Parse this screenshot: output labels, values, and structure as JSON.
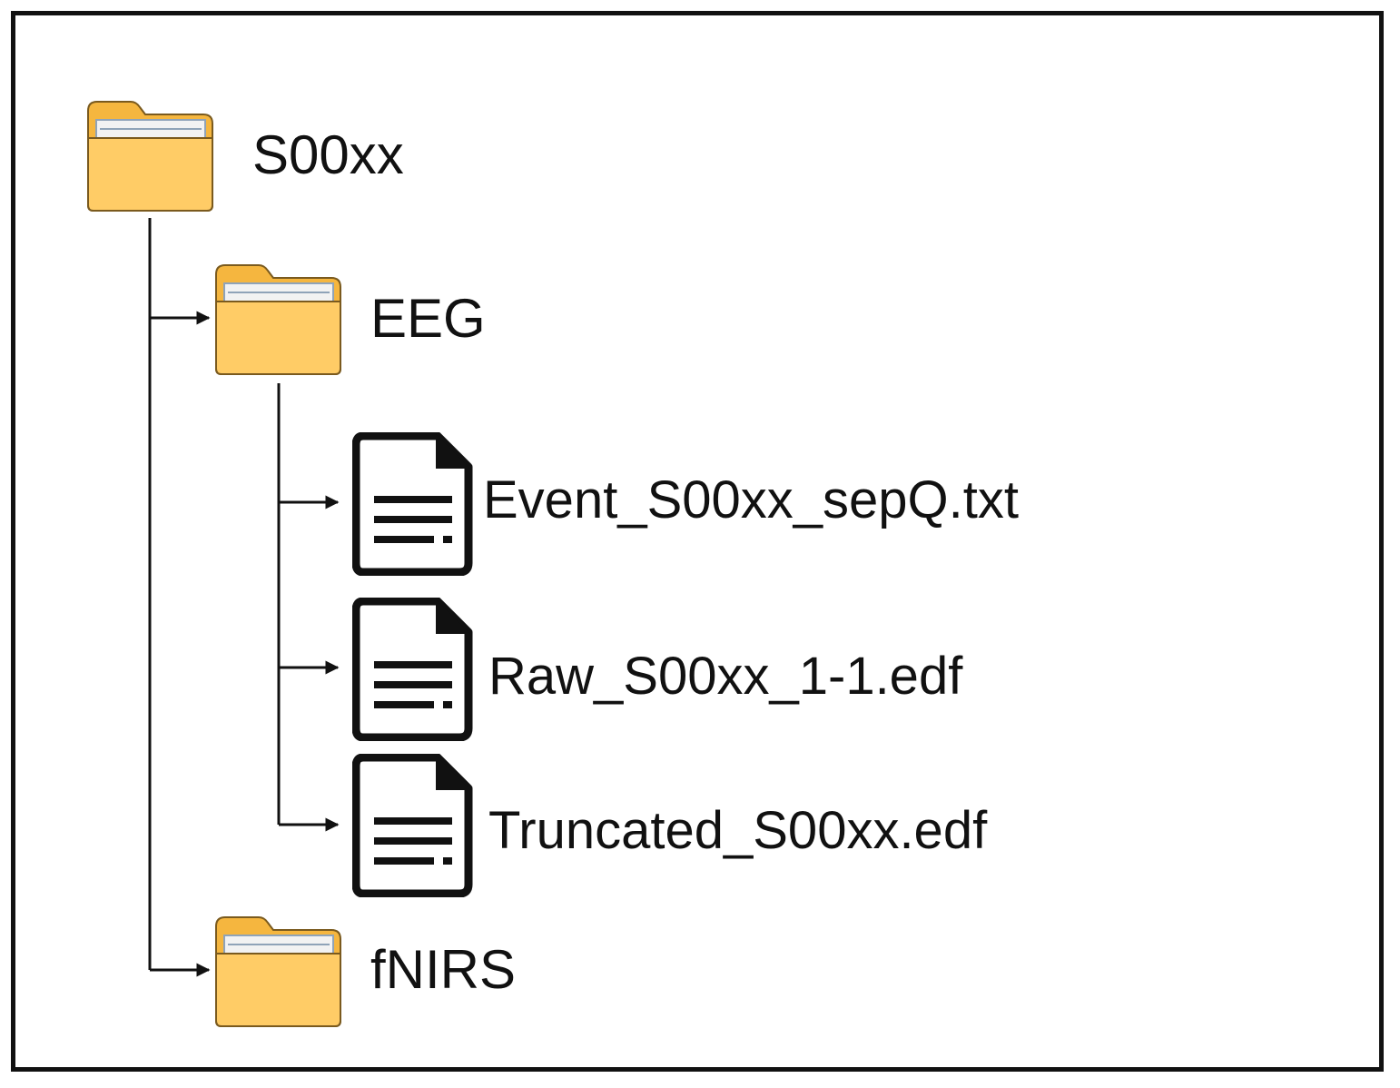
{
  "colors": {
    "folder_fill": "#FFCC66",
    "folder_back": "#F5B63F",
    "folder_outline": "#7A5A1E",
    "folder_paper": "#F2F2F2",
    "folder_paper_stripe": "#8FA3B8",
    "document_ink": "#111111",
    "document_fill": "#FFFFFF",
    "connector": "#111111"
  },
  "tree": {
    "root": {
      "label": "S00xx",
      "icon": "folder-icon"
    },
    "eeg": {
      "label": "EEG",
      "icon": "folder-icon"
    },
    "files": [
      {
        "label": "Event_S00xx_sepQ.txt",
        "icon": "document-icon"
      },
      {
        "label": "Raw_S00xx_1-1.edf",
        "icon": "document-icon"
      },
      {
        "label": "Truncated_S00xx.edf",
        "icon": "document-icon"
      }
    ],
    "fnirs": {
      "label": "fNIRS",
      "icon": "folder-icon"
    }
  }
}
